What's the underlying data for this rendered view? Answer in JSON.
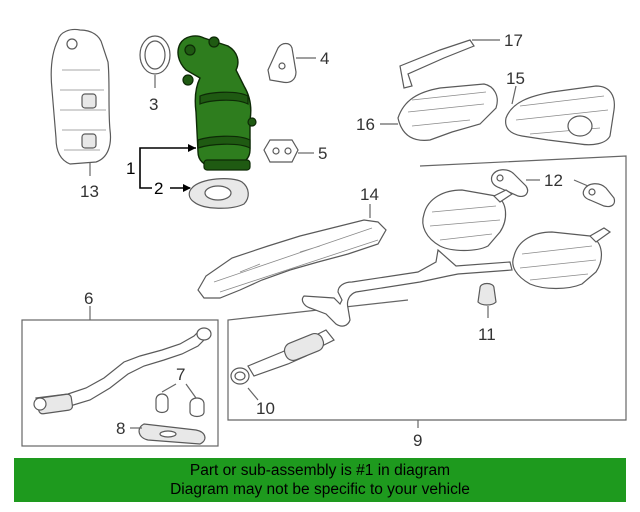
{
  "callouts": {
    "c1": "1",
    "c2": "2",
    "c3": "3",
    "c4": "4",
    "c5": "5",
    "c6": "6",
    "c7": "7",
    "c8": "8",
    "c9": "9",
    "c10": "10",
    "c11": "11",
    "c12": "12",
    "c13": "13",
    "c14": "14",
    "c15": "15",
    "c16": "16",
    "c17": "17"
  },
  "highlight_color": "#2e7d1e",
  "banner": {
    "background": "#1e9a1e",
    "line1": "Part or sub-assembly is #1 in diagram",
    "line2": "Diagram may not be specific to your vehicle"
  }
}
